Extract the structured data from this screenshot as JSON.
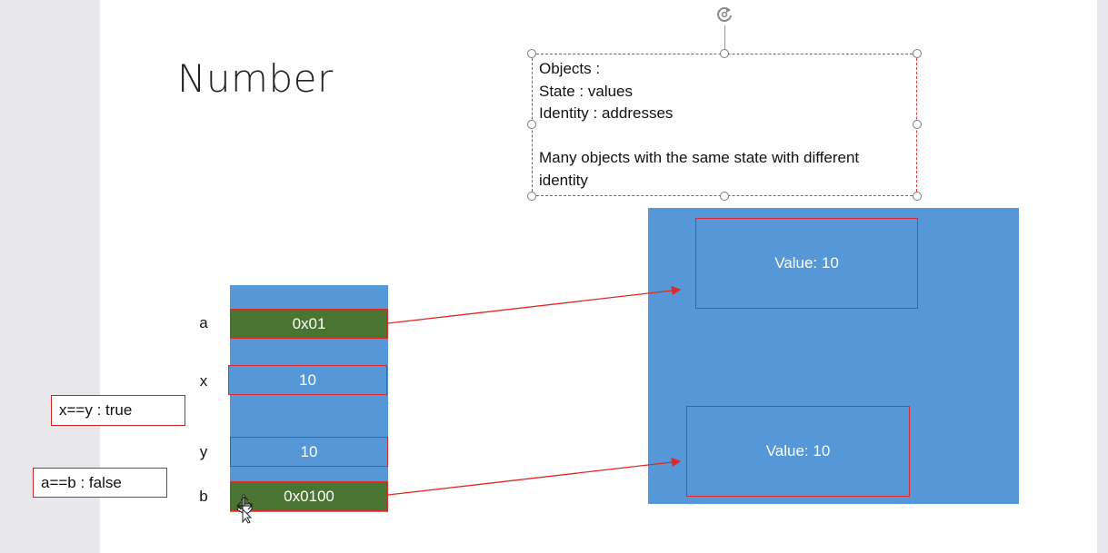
{
  "slide": {
    "title": "Number",
    "note": {
      "line1": "Objects :",
      "line2": "State : values",
      "line3": "Identity : addresses",
      "line4": "Many objects with the same state with different identity"
    }
  },
  "stack": {
    "variables": [
      {
        "label": "a",
        "value": "0x01",
        "kind": "reference"
      },
      {
        "label": "x",
        "value": "10",
        "kind": "primitive"
      },
      {
        "label": "y",
        "value": "10",
        "kind": "primitive"
      },
      {
        "label": "b",
        "value": "0x0100",
        "kind": "reference"
      }
    ]
  },
  "heap": {
    "objects": [
      {
        "label": "Value: 10"
      },
      {
        "label": "Value: 10"
      }
    ]
  },
  "comparisons": {
    "xy": "x==y :  true",
    "ab": "a==b :  false"
  },
  "colors": {
    "memory_blue": "#5597d7",
    "reference_green": "#4a7432",
    "outline_red": "#e02828"
  },
  "icons": {
    "rotate": "rotate-handle-icon",
    "cursor": "move-cursor-icon"
  }
}
